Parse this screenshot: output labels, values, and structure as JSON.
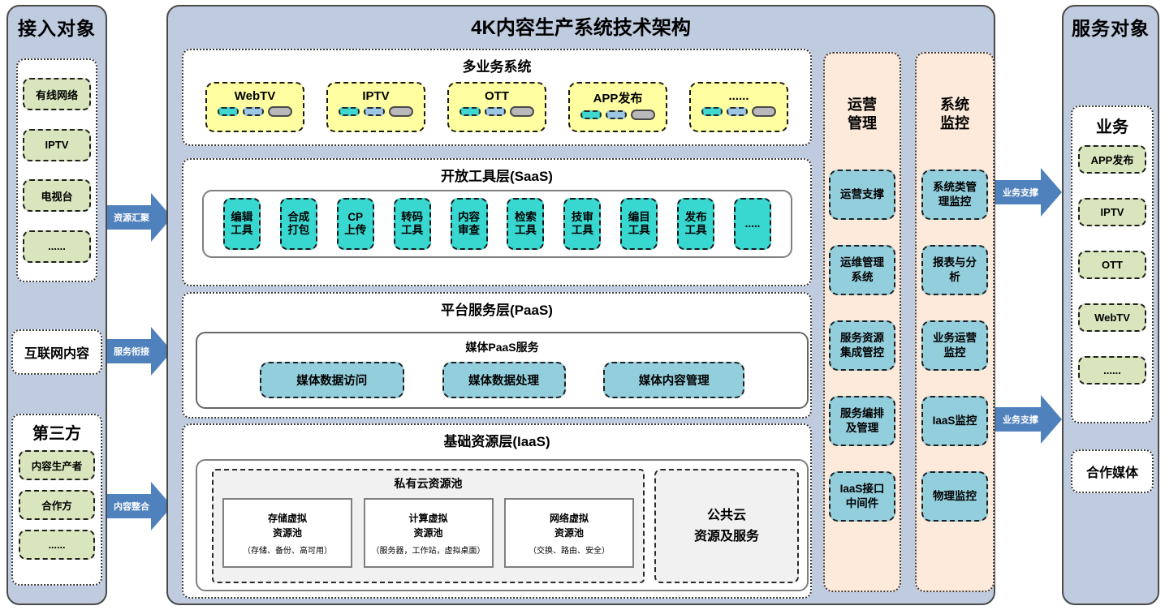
{
  "colors": {
    "panel_bg": "#bfcbdf",
    "arrow_blue": "#4f81bd",
    "yellow_box": "#ffffa2",
    "teal_box": "#38d7d0",
    "blue_box": "#93cedd",
    "green_box": "#d9e5bd",
    "peach_column": "#fdeada",
    "gray_pool_bg": "#f1f1f1"
  },
  "left_panel": {
    "title": "接入对象",
    "access_items": [
      "有线网络",
      "IPTV",
      "电视台",
      "......"
    ],
    "internet_box": "互联网内容",
    "third_party": {
      "title": "第三方",
      "items": [
        "内容生产者",
        "合作方",
        "......"
      ]
    }
  },
  "arrows": {
    "resource": "资源汇聚",
    "service": "服务衔接",
    "content": "内容整合",
    "business_top": "业务支撑",
    "business_bottom": "业务支撑"
  },
  "center": {
    "title": "4K内容生产系统技术架构",
    "multi_business": {
      "title": "多业务系统",
      "items": [
        "WebTV",
        "IPTV",
        "OTT",
        "APP发布",
        "......"
      ]
    },
    "saas": {
      "title": "开放工具层(SaaS)",
      "tools": [
        "编辑\n工具",
        "合成\n打包",
        "CP\n上传",
        "转码\n工具",
        "内容\n审查",
        "检索\n工具",
        "技审\n工具",
        "编目\n工具",
        "发布\n工具",
        "....."
      ]
    },
    "paas": {
      "title": "平台服务层(PaaS)",
      "inner_title": "媒体PaaS服务",
      "services": [
        "媒体数据访问",
        "媒体数据处理",
        "媒体内容管理"
      ]
    },
    "iaas": {
      "title": "基础资源层(IaaS)",
      "private_cloud": {
        "title": "私有云资源池",
        "pools": [
          {
            "name": "存储虚拟\n资源池",
            "detail": "（存储、备份、高可用）"
          },
          {
            "name": "计算虚拟\n资源池",
            "detail": "（服务器，工作站，虚拟桌面）"
          },
          {
            "name": "网络虚拟\n资源池",
            "detail": "（交换、路由、安全）"
          }
        ]
      },
      "public_cloud": "公共云\n资源及服务"
    },
    "ops_column": {
      "title": "运营\n管理",
      "items": [
        "运营支撑",
        "运维管理\n系统",
        "服务资源\n集成管控",
        "服务编排\n及管理",
        "IaaS接口\n中间件"
      ]
    },
    "monitor_column": {
      "title": "系统\n监控",
      "items": [
        "系统类管\n理监控",
        "报表与分\n析",
        "业务运营\n监控",
        "IaaS监控",
        "物理监控"
      ]
    }
  },
  "right_panel": {
    "title": "服务对象",
    "business": {
      "title": "业务",
      "items": [
        "APP发布",
        "IPTV",
        "OTT",
        "WebTV",
        "......"
      ]
    },
    "partner_box": "合作媒体"
  }
}
